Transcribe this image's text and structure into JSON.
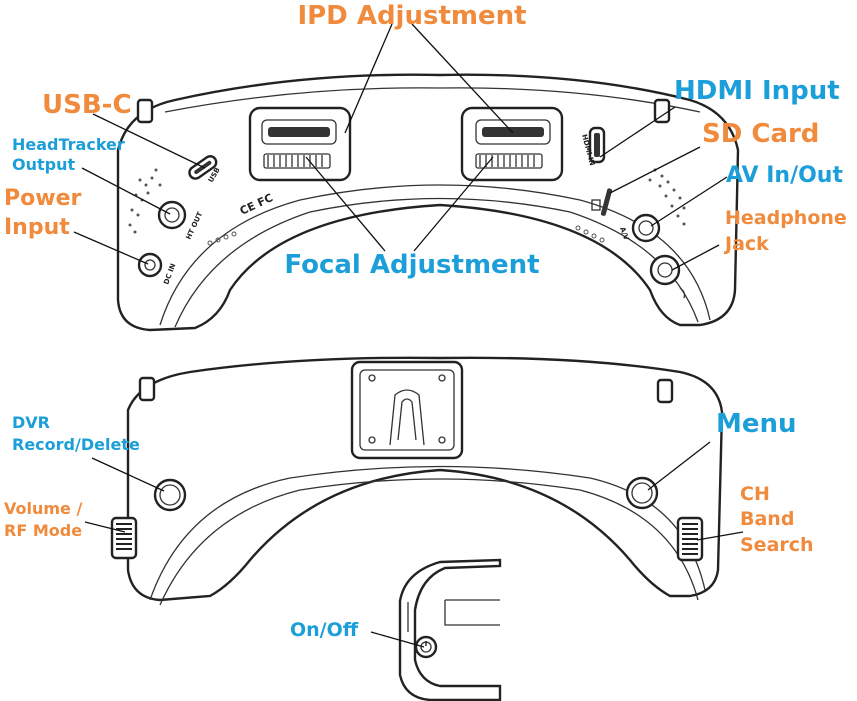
{
  "colors": {
    "orange": "#f08a3c",
    "blue": "#1c9fd9"
  },
  "labels": {
    "ipd": "IPD Adjustment",
    "usbc": "USB-C",
    "headtracker1": "HeadTracker",
    "headtracker2": "Output",
    "power1": "Power",
    "power2": "Input",
    "hdmi": "HDMI Input",
    "sdcard": "SD Card",
    "av": "AV In/Out",
    "headphone1": "Headphone",
    "headphone2": "Jack",
    "focal": "Focal Adjustment",
    "dvr1": "DVR",
    "dvr2": "Record/Delete",
    "volume1": "Volume /",
    "volume2": "RF Mode",
    "menu": "Menu",
    "ch1": "CH",
    "ch2": "Band",
    "ch3": "Search",
    "onoff": "On/Off"
  },
  "device_markings": {
    "usb": "USB",
    "ht_out": "HT OUT",
    "dc_in": "DC IN",
    "hdmi_in": "HDMI IN",
    "av": "A/V",
    "cert": "CE FC"
  }
}
